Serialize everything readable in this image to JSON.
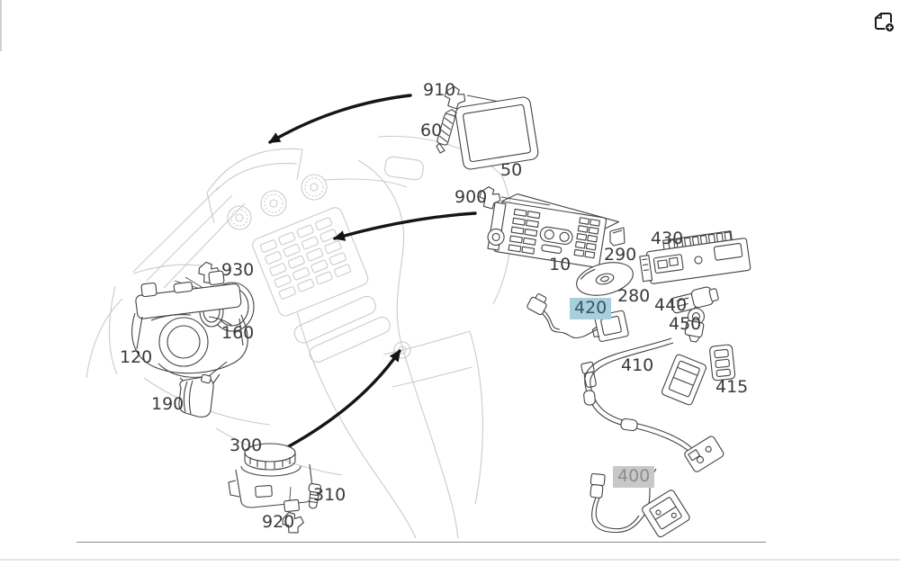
{
  "icons": {
    "top_right": "new-window-plus-icon"
  },
  "diagram": {
    "colors": {
      "dashboard_line_art": "#cbcbcb",
      "part_outline": "#424242",
      "label_text": "#3a3a3a",
      "arrow": "#151515",
      "highlight_selected_bg": "#a9cedd",
      "highlight_dimmed_bg": "#c8c8c8",
      "highlight_dimmed_text": "#8d8d8d"
    },
    "parts": [
      {
        "label": "910"
      },
      {
        "label": "60"
      },
      {
        "label": "50"
      },
      {
        "label": "900"
      },
      {
        "label": "10"
      },
      {
        "label": "290"
      },
      {
        "label": "430"
      },
      {
        "label": "280"
      },
      {
        "label": "440"
      },
      {
        "label": "450"
      },
      {
        "label": "420",
        "highlight": "selected"
      },
      {
        "label": "410"
      },
      {
        "label": "415"
      },
      {
        "label": "400",
        "highlight": "dimmed"
      },
      {
        "label": "930"
      },
      {
        "label": "160"
      },
      {
        "label": "120"
      },
      {
        "label": "190"
      },
      {
        "label": "300"
      },
      {
        "label": "310"
      },
      {
        "label": "920"
      }
    ]
  }
}
